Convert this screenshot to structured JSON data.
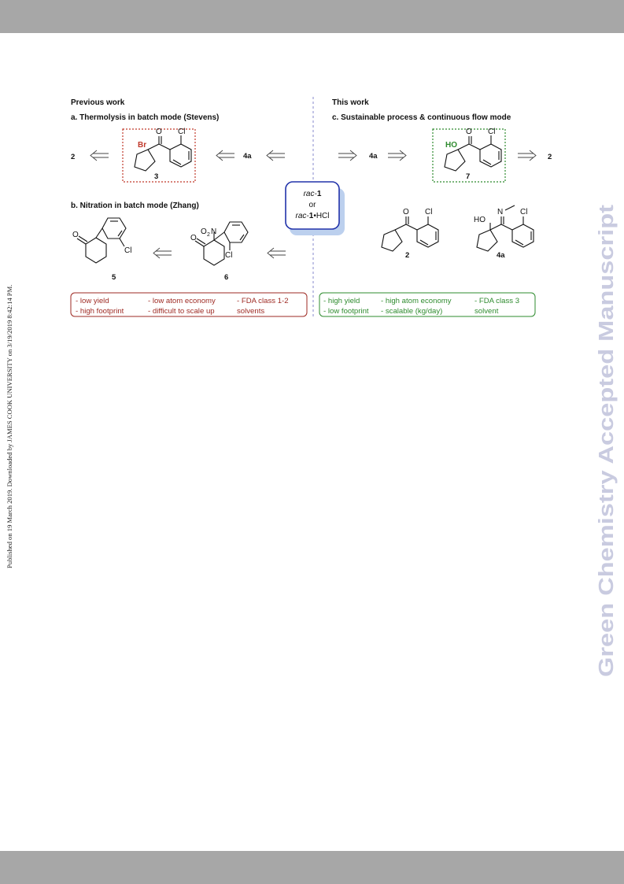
{
  "sidenote": "Published on 19 March 2019. Downloaded by JAMES COOK UNIVERSITY on 3/19/2019 8:42:14 PM.",
  "watermark": "Green Chemistry Accepted Manuscript",
  "left": {
    "heading": "Previous work",
    "section_a": "a. Thermolysis in batch mode (Stevens)",
    "section_b": "b. Nitration in batch mode (Zhang)",
    "mol_labels": {
      "three": "3",
      "five": "5",
      "six": "6",
      "two": "2",
      "four_a": "4a"
    },
    "atoms": {
      "br": "Br",
      "o": "O",
      "cl": "Cl",
      "no2_o": "O",
      "no2_n": "N",
      "no2_sub": "2"
    },
    "cons": {
      "col1": [
        "- low yield",
        "- high footprint"
      ],
      "col2": [
        "- low atom economy",
        "- difficult to scale up"
      ],
      "col3": [
        "- FDA class 1-2",
        "solvents"
      ]
    }
  },
  "center": {
    "line1_italic": "rac-",
    "line1_bold": "1",
    "line2": "or",
    "line3_italic": "rac-",
    "line3_bold": "1",
    "line3_rest": "•HCl"
  },
  "right": {
    "heading": "This work",
    "section_c": "c.  Sustainable process & continuous flow mode",
    "mol_labels": {
      "seven": "7",
      "two": "2",
      "four_a": "4a",
      "four_a_top": "4a",
      "two_end": "2"
    },
    "atoms": {
      "ho": "HO",
      "o": "O",
      "cl": "Cl",
      "n": "N"
    },
    "pros": {
      "col1": [
        "- high yield",
        "- low footprint"
      ],
      "col2": [
        "- high atom economy",
        "- scalable (kg/day)"
      ],
      "col3": [
        "- FDA class 3",
        "solvent"
      ]
    }
  },
  "colors": {
    "band": "#a7a7a7",
    "red": "#9e2a23",
    "green": "#2e8b2e",
    "blue": "#2233aa",
    "watermark": "#c9cbe0"
  }
}
